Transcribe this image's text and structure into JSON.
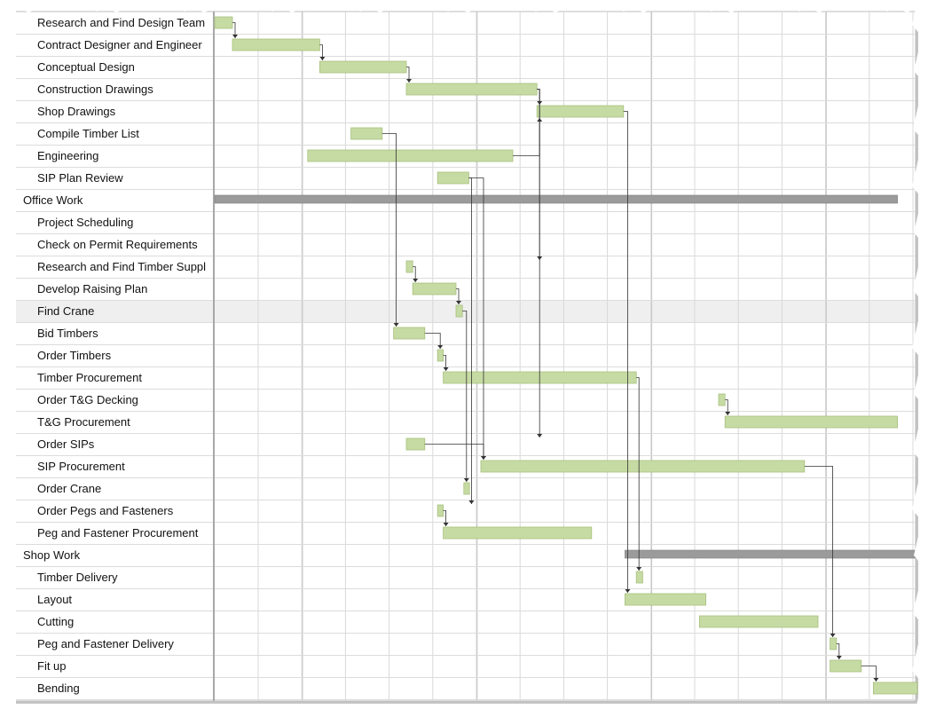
{
  "chart_data": {
    "type": "gantt",
    "time_unit": "day",
    "colors": {
      "task_bar": "#c6dba3",
      "task_bar_border": "#a7c07e",
      "summary_bar": "#9b9b9b",
      "grid": "#d8d8d8",
      "row_line": "#dcdcdc",
      "connector": "#333333",
      "highlight_row": "#efefef",
      "text": "#111111"
    },
    "tasks": [
      {
        "id": 0,
        "name": "Research and Find Design Team",
        "level": 1,
        "start": 0,
        "end": 2.5
      },
      {
        "id": 1,
        "name": "Contract Designer and Engineer",
        "level": 1,
        "start": 2.5,
        "end": 14.8
      },
      {
        "id": 2,
        "name": "Conceptual Design",
        "level": 1,
        "start": 14.8,
        "end": 27
      },
      {
        "id": 3,
        "name": "Construction Drawings",
        "level": 1,
        "start": 27,
        "end": 45.4
      },
      {
        "id": 4,
        "name": "Shop Drawings",
        "level": 1,
        "start": 45.4,
        "end": 57.6
      },
      {
        "id": 5,
        "name": "Compile Timber List",
        "level": 1,
        "start": 19.2,
        "end": 23.6
      },
      {
        "id": 6,
        "name": "Engineering",
        "level": 1,
        "start": 13.1,
        "end": 42
      },
      {
        "id": 7,
        "name": "SIP Plan Review",
        "level": 1,
        "start": 31.4,
        "end": 35.8
      },
      {
        "id": 8,
        "name": "Office Work",
        "level": 0,
        "summary": true,
        "start": 0,
        "end": 96.2
      },
      {
        "id": 9,
        "name": "Project Scheduling",
        "level": 1
      },
      {
        "id": 10,
        "name": "Check on Permit Requirements",
        "level": 1
      },
      {
        "id": 11,
        "name": "Research and Find Timber Suppl",
        "level": 1,
        "start": 27,
        "end": 27.9
      },
      {
        "id": 12,
        "name": "Develop Raising Plan",
        "level": 1,
        "start": 27.9,
        "end": 34
      },
      {
        "id": 13,
        "name": "Find Crane",
        "level": 1,
        "start": 34,
        "end": 34.9,
        "highlight": true
      },
      {
        "id": 14,
        "name": "Bid Timbers",
        "level": 1,
        "start": 25.2,
        "end": 29.6
      },
      {
        "id": 15,
        "name": "Order Timbers",
        "level": 1,
        "start": 31.4,
        "end": 32.2
      },
      {
        "id": 16,
        "name": "Timber Procurement",
        "level": 1,
        "start": 32.2,
        "end": 59.4
      },
      {
        "id": 17,
        "name": "Order T&G Decking",
        "level": 1,
        "start": 71,
        "end": 71.9
      },
      {
        "id": 18,
        "name": "T&G Procurement",
        "level": 1,
        "start": 71.9,
        "end": 96.2
      },
      {
        "id": 19,
        "name": "Order SIPs",
        "level": 1,
        "start": 27,
        "end": 29.6
      },
      {
        "id": 20,
        "name": "SIP Procurement",
        "level": 1,
        "start": 37.5,
        "end": 83.1
      },
      {
        "id": 21,
        "name": "Order Crane",
        "level": 1,
        "start": 35.1,
        "end": 35.9
      },
      {
        "id": 22,
        "name": "Order Pegs and Fasteners",
        "level": 1,
        "start": 31.4,
        "end": 32.2
      },
      {
        "id": 23,
        "name": "Peg and Fastener Procurement",
        "level": 1,
        "start": 32.2,
        "end": 53.1
      },
      {
        "id": 24,
        "name": "Shop Work",
        "level": 0,
        "summary": true,
        "start": 57.8,
        "end": 99
      },
      {
        "id": 25,
        "name": "Timber Delivery",
        "level": 1,
        "start": 59.4,
        "end": 60.3
      },
      {
        "id": 26,
        "name": "Layout",
        "level": 1,
        "start": 57.8,
        "end": 69.2
      },
      {
        "id": 27,
        "name": "Cutting",
        "level": 1,
        "start": 68.3,
        "end": 85
      },
      {
        "id": 28,
        "name": "Peg and Fastener Delivery",
        "level": 1,
        "start": 86.7,
        "end": 87.6
      },
      {
        "id": 29,
        "name": "Fit up",
        "level": 1,
        "start": 86.7,
        "end": 91.1
      },
      {
        "id": 30,
        "name": "Bending",
        "level": 1,
        "start": 92.8,
        "end": 99
      }
    ],
    "dependencies": [
      [
        0,
        1
      ],
      [
        1,
        2
      ],
      [
        2,
        3
      ],
      [
        3,
        4
      ],
      [
        6,
        4
      ],
      [
        5,
        14
      ],
      [
        3,
        11
      ],
      [
        11,
        12
      ],
      [
        12,
        13
      ],
      [
        3,
        19
      ],
      [
        14,
        15
      ],
      [
        15,
        16
      ],
      [
        17,
        18
      ],
      [
        19,
        20
      ],
      [
        7,
        20
      ],
      [
        13,
        21
      ],
      [
        7,
        22
      ],
      [
        22,
        23
      ],
      [
        16,
        25
      ],
      [
        4,
        26
      ],
      [
        20,
        28
      ],
      [
        28,
        29
      ],
      [
        29,
        30
      ]
    ]
  }
}
